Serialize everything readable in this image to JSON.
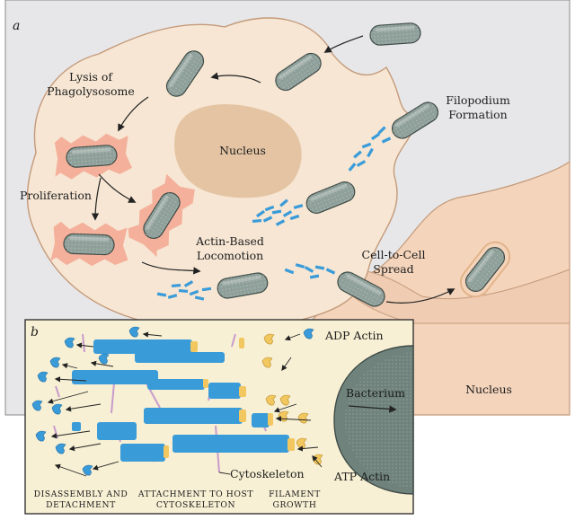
{
  "panel_a": {
    "tag": "a",
    "labels": {
      "lysis_line1": "Lysis of",
      "lysis_line2": "Phagolysosome",
      "nucleus": "Nucleus",
      "filopodium_line1": "Filopodium",
      "filopodium_line2": "Formation",
      "proliferation": "Proliferation",
      "actin_line1": "Actin-Based",
      "actin_line2": "Locomotion",
      "spread_line1": "Cell-to-Cell",
      "spread_line2": "Spread",
      "nucleus2": "Nucleus"
    }
  },
  "panel_b": {
    "tag": "b",
    "labels": {
      "adp_actin": "ADP Actin",
      "bacterium": "Bacterium",
      "cytoskeleton": "Cytoskeleton",
      "atp_actin": "ATP Actin"
    },
    "captions": {
      "disassembly_line1": "DISASSEMBLY AND",
      "disassembly_line2": "DETACHMENT",
      "attachment_line1": "ATTACHMENT TO HOST",
      "attachment_line2": "CYTOSKELETON",
      "growth_line1": "FILAMENT",
      "growth_line2": "GROWTH"
    }
  },
  "colors": {
    "background_gray": "#e7e7e9",
    "host_cell": "#f6e6d3",
    "host_cell_edge": "#c49a7a",
    "nucleus": "#e4c4a3",
    "neighbor_cell": "#f4d4bb",
    "bacterium": "#8fa09a",
    "actin_blue": "#3a9bd9",
    "atp_yellow": "#f2c760",
    "panel_b_bg": "#f8f0d4",
    "phagolysosome": "#f4b09b"
  },
  "icons": [
    "curved-arrow-icon",
    "actin-monomer-icon",
    "actin-filament-icon"
  ]
}
